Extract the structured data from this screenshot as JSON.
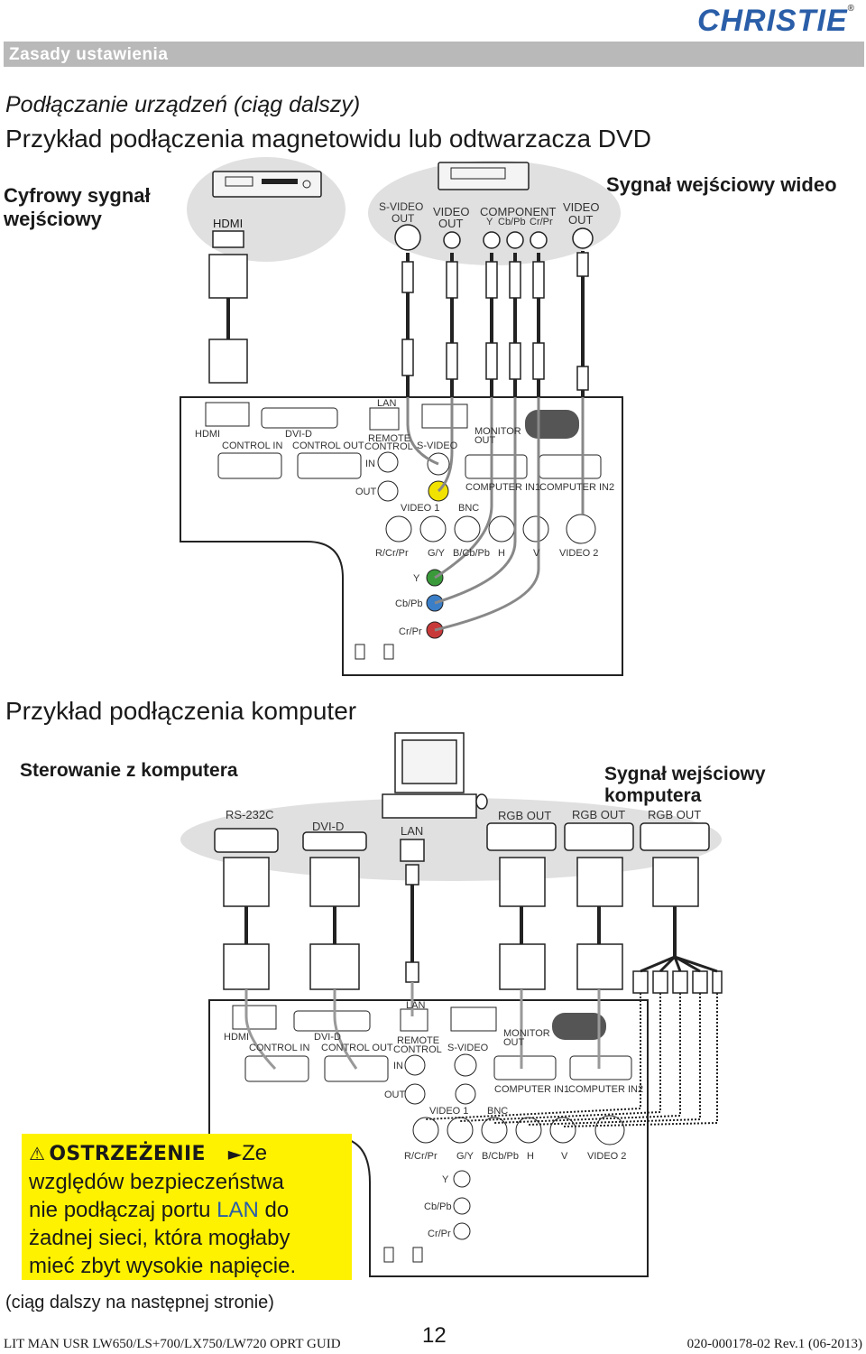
{
  "header": {
    "brand": "CHRISTIE",
    "brand_mark": "®",
    "section": "Zasady ustawienia"
  },
  "part1": {
    "subtitle": "Podłączanie urządzeń (ciąg dalszy)",
    "title": "Przykład podłączenia magnetowidu lub odtwarzacza DVD",
    "left_label_1": "Cyfrowy sygnał",
    "left_label_2": "wejściowy",
    "right_label": "Sygnał wejściowy wideo",
    "devices": {
      "hdmi": "HDMI",
      "svideo_out_1": "S-VIDEO",
      "svideo_out_2": "OUT",
      "video_out_1": "VIDEO",
      "video_out_2": "OUT",
      "component": "COMPONENT",
      "y": "Y",
      "cbpb": "Cb/Pb",
      "crpr": "Cr/Pr",
      "video_out2_1": "VIDEO",
      "video_out2_2": "OUT"
    },
    "panel": {
      "lan": "LAN",
      "hdmi": "HDMI",
      "dvid": "DVI-D",
      "control_in": "CONTROL IN",
      "control_out": "CONTROL OUT",
      "remote": "REMOTE",
      "control": "CONTROL",
      "svideo": "S-VIDEO",
      "monitor": "MONITOR",
      "out": "OUT",
      "in": "IN",
      "out2": "OUT",
      "computer_in1": "COMPUTER IN1",
      "computer_in2": "COMPUTER IN2",
      "video1": "VIDEO 1",
      "bnc": "BNC",
      "rcrpr": "R/Cr/Pr",
      "gy": "G/Y",
      "bcbpb": "B/Cb/Pb",
      "h": "H",
      "v": "V",
      "video2": "VIDEO 2",
      "y": "Y",
      "cbpb": "Cb/Pb",
      "crpr": "Cr/Pr"
    }
  },
  "part2": {
    "title": "Przykład podłączenia komputer",
    "left_label": "Sterowanie z komputera",
    "right_label": "Sygnał wejściowy komputera",
    "ports": {
      "rs232c": "RS-232C",
      "dvid": "DVI-D",
      "lan": "LAN",
      "rgb_out_1": "RGB OUT",
      "rgb_out_2": "RGB OUT",
      "rgb_out_3": "RGB OUT"
    },
    "panel": {
      "lan": "LAN",
      "hdmi": "HDMI",
      "dvid": "DVI-D",
      "control_in": "CONTROL IN",
      "control_out": "CONTROL OUT",
      "remote": "REMOTE",
      "control": "CONTROL",
      "svideo": "S-VIDEO",
      "monitor": "MONITOR",
      "out": "OUT",
      "in": "IN",
      "out2": "OUT",
      "computer_in1": "COMPUTER IN1",
      "computer_in2": "COMPUTER IN2",
      "video1": "VIDEO 1",
      "bnc": "BNC",
      "rcrpr": "R/Cr/Pr",
      "gy": "G/Y",
      "bcbpb": "B/Cb/Pb",
      "h": "H",
      "v": "V",
      "video2": "VIDEO 2",
      "y": "Y",
      "cbpb": "Cb/Pb",
      "crpr": "Cr/Pr"
    }
  },
  "warning": {
    "title": "OSTRZEŻENIE",
    "arrow": "►",
    "line1": "Ze",
    "line2": "względów bezpieczeństwa",
    "line3a": "nie podłączaj portu ",
    "line3b": "LAN",
    "line3c": " do",
    "line4": "żadnej sieci, która mogłaby",
    "line5": "mieć zbyt wysokie napięcie."
  },
  "continued": "(ciąg dalszy na następnej stronie)",
  "footer": {
    "left": "LIT MAN USR LW650/LS+700/LX750/LW720 OPRT GUID",
    "page": "12",
    "right": "020-000178-02 Rev.1 (06-2013)"
  }
}
